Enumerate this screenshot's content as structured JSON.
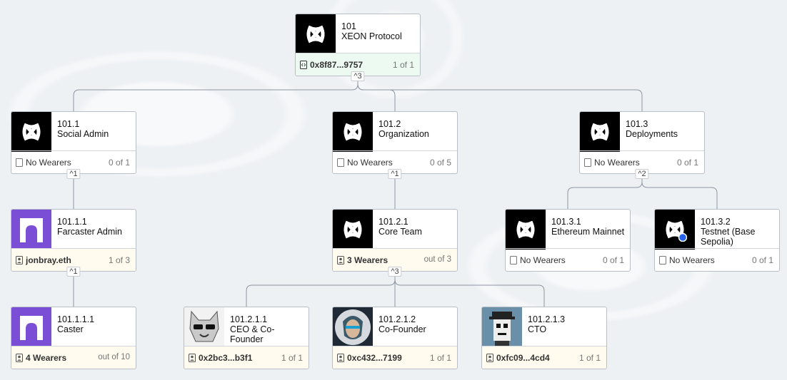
{
  "nodes": [
    {
      "id": "101",
      "name": "XEON Protocol",
      "image": "xeon-logo",
      "footer": {
        "icon": "contract-icon",
        "value": "0x8f87...9757",
        "count": "1 of 1",
        "style": "green"
      },
      "toggle": "^3"
    },
    {
      "id": "101.1",
      "name": "Social Admin",
      "image": "xeon-logo",
      "footer": {
        "icon": "checkbox-icon",
        "value": "No Wearers",
        "count": "0 of 1",
        "style": "plain"
      },
      "toggle": "^1"
    },
    {
      "id": "101.2",
      "name": "Organization",
      "image": "xeon-logo",
      "footer": {
        "icon": "checkbox-icon",
        "value": "No Wearers",
        "count": "0 of 5",
        "style": "plain"
      },
      "toggle": "^1"
    },
    {
      "id": "101.3",
      "name": "Deployments",
      "image": "xeon-logo",
      "footer": {
        "icon": "checkbox-icon",
        "value": "No Wearers",
        "count": "0 of 1",
        "style": "plain"
      },
      "toggle": "^2"
    },
    {
      "id": "101.1.1",
      "name": "Farcaster Admin",
      "image": "farcaster-arch-logo",
      "footer": {
        "icon": "wearer-icon",
        "value": "jonbray.eth",
        "count": "1 of 3",
        "style": "cream"
      },
      "toggle": "^1"
    },
    {
      "id": "101.2.1",
      "name": "Core Team",
      "image": "xeon-logo",
      "footer": {
        "icon": "wearer-icon",
        "value": "3 Wearers",
        "count": "out of 3",
        "style": "cream"
      },
      "toggle": "^3"
    },
    {
      "id": "101.3.1",
      "name": "Ethereum Mainnet",
      "image": "xeon-logo",
      "footer": {
        "icon": "checkbox-icon",
        "value": "No Wearers",
        "count": "0 of 1",
        "style": "plain"
      }
    },
    {
      "id": "101.3.2",
      "name": "Testnet (Base Sepolia)",
      "image": "xeon-logo-base-badge",
      "footer": {
        "icon": "checkbox-icon",
        "value": "No Wearers",
        "count": "0 of 1",
        "style": "plain"
      }
    },
    {
      "id": "101.1.1.1",
      "name": "Caster",
      "image": "farcaster-arch-logo",
      "footer": {
        "icon": "wearer-icon",
        "value": "4 Wearers",
        "count": "out of 10",
        "style": "cream"
      }
    },
    {
      "id": "101.2.1.1",
      "name": "CEO & Co-Founder",
      "image": "wolf-sunglasses-avatar",
      "footer": {
        "icon": "wearer-icon",
        "value": "0x2bc3...b3f1",
        "count": "1 of 1",
        "style": "cream"
      }
    },
    {
      "id": "101.2.1.2",
      "name": "Co-Founder",
      "image": "cyborg-portrait-avatar",
      "footer": {
        "icon": "wearer-icon",
        "value": "0xc432...7199",
        "count": "1 of 1",
        "style": "cream"
      }
    },
    {
      "id": "101.2.1.3",
      "name": "CTO",
      "image": "pixel-punk-avatar",
      "footer": {
        "icon": "wearer-icon",
        "value": "0xfc09...4cd4",
        "count": "1 of 1",
        "style": "cream"
      }
    }
  ],
  "edges": [
    [
      "101",
      "101.1"
    ],
    [
      "101",
      "101.2"
    ],
    [
      "101",
      "101.3"
    ],
    [
      "101.1",
      "101.1.1"
    ],
    [
      "101.2",
      "101.2.1"
    ],
    [
      "101.3",
      "101.3.1"
    ],
    [
      "101.3",
      "101.3.2"
    ],
    [
      "101.1.1",
      "101.1.1.1"
    ],
    [
      "101.2.1",
      "101.2.1.1"
    ],
    [
      "101.2.1",
      "101.2.1.2"
    ],
    [
      "101.2.1",
      "101.2.1.3"
    ]
  ],
  "colors": {
    "edge": "#8d96a3",
    "green_footer": "#ecfaf1",
    "cream_footer": "#fffbee",
    "purple_logo": "#7a4fd6"
  }
}
